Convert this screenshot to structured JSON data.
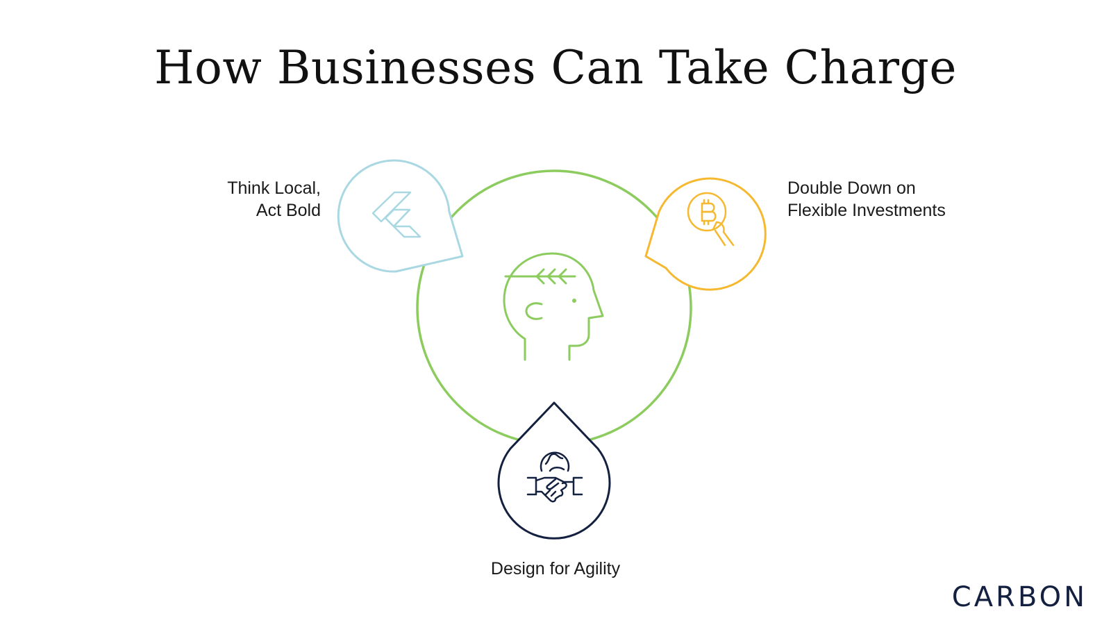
{
  "title": "How Businesses Can Take Charge",
  "items": [
    {
      "position": "top-left",
      "label_lines": [
        "Think Local,",
        "Act Bold"
      ],
      "icon": "flutter-logo-icon",
      "color": "#A9D8E2"
    },
    {
      "position": "top-right",
      "label_lines": [
        "Double Down on",
        "Flexible Investments"
      ],
      "icon": "bitcoin-coin-hand-icon",
      "color": "#F5B82E"
    },
    {
      "position": "bottom",
      "label_lines": [
        "Design for Agility"
      ],
      "icon": "globe-handshake-icon",
      "color": "#14203F"
    }
  ],
  "center": {
    "icon": "head-growth-icon",
    "color": "#8CCB5E"
  },
  "logo": "CARBON"
}
